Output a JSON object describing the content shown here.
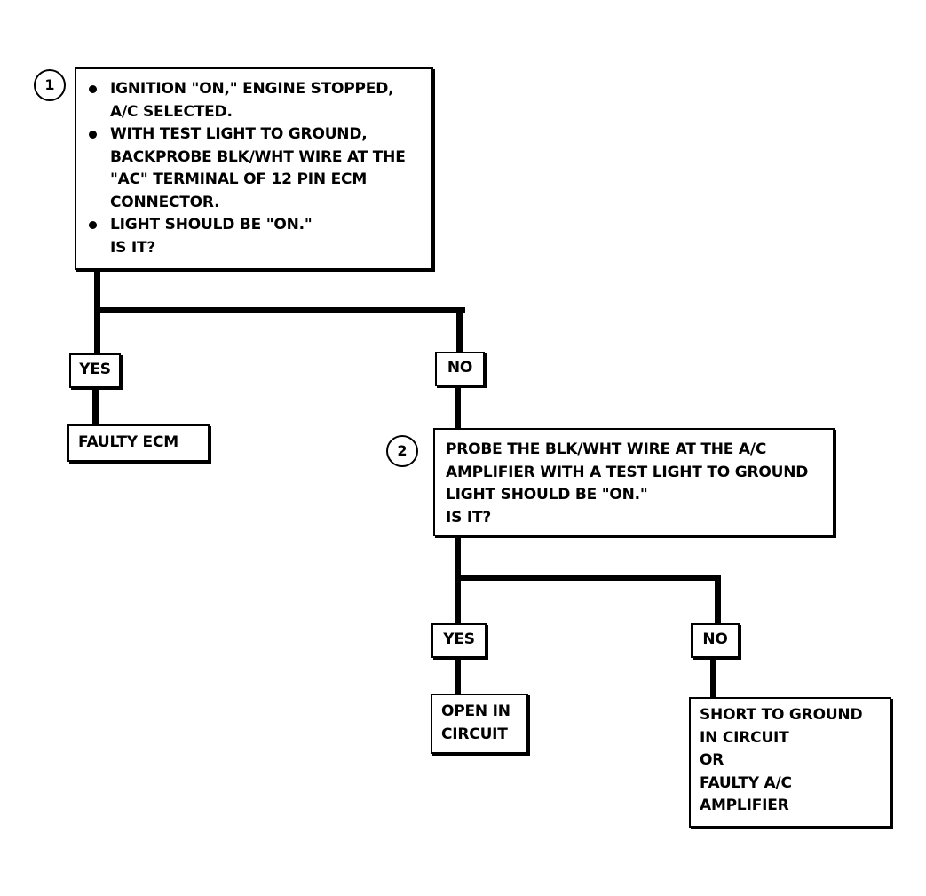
{
  "step1": {
    "number": "1",
    "bullets": [
      "IGNITION \"ON,\" ENGINE STOPPED, A/C SELECTED.",
      "WITH TEST LIGHT TO GROUND, BACKPROBE BLK/WHT WIRE AT THE \"AC\" TERMINAL OF 12 PIN ECM CONNECTOR.",
      "LIGHT SHOULD BE \"ON.\""
    ],
    "question": "IS IT?"
  },
  "branch1": {
    "yes_label": "YES",
    "no_label": "NO",
    "yes_result": "FAULTY ECM"
  },
  "step2": {
    "number": "2",
    "text": "PROBE THE BLK/WHT WIRE AT THE A/C AMPLIFIER WITH A TEST LIGHT TO GROUND LIGHT SHOULD BE \"ON.\"",
    "question": "IS IT?"
  },
  "branch2": {
    "yes_label": "YES",
    "no_label": "NO",
    "yes_result": "OPEN IN\nCIRCUIT",
    "no_result": "SHORT TO GROUND\nIN CIRCUIT\nOR\nFAULTY A/C\nAMPLIFIER"
  }
}
